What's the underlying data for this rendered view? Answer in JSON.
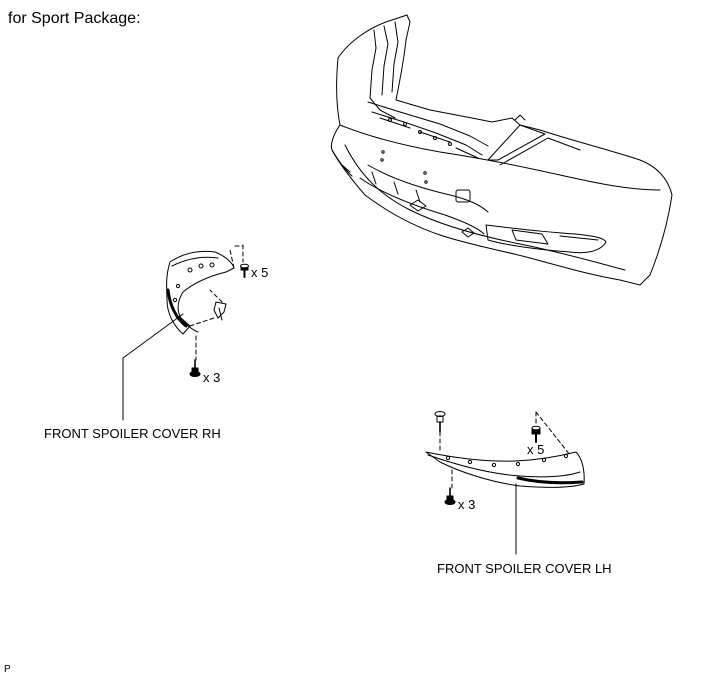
{
  "heading": "for Sport Package:",
  "parts": {
    "cover_rh": {
      "label": "FRONT SPOILER COVER RH",
      "screw_qty": "x 5",
      "clip_qty": "x 3"
    },
    "cover_lh": {
      "label": "FRONT SPOILER COVER LH",
      "screw_qty": "x 5",
      "clip_qty": "x 3"
    }
  },
  "corner_code": "P",
  "icons": {
    "bumper": "front-bumper-drawing",
    "screw": "screw-icon",
    "clip": "clip-icon"
  },
  "colors": {
    "ink": "#000000",
    "background": "#ffffff"
  }
}
